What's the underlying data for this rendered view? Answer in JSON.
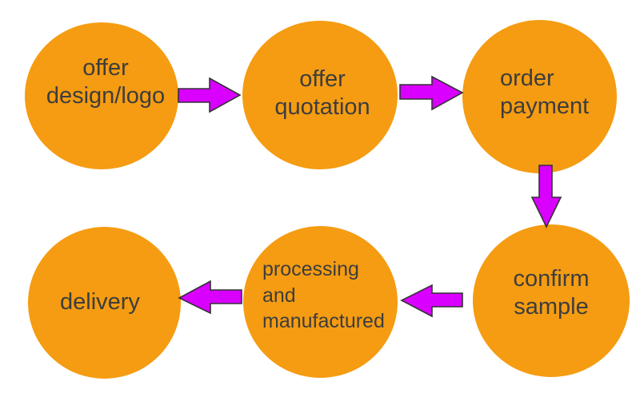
{
  "colors": {
    "node_fill": "#f59c12",
    "arrow_fill": "#d900ff",
    "arrow_stroke": "#333333",
    "text": "#3d3d3d"
  },
  "steps": [
    {
      "lines": [
        "offer",
        "design/logo"
      ]
    },
    {
      "lines": [
        "offer",
        "quotation"
      ]
    },
    {
      "lines": [
        "order",
        "payment"
      ]
    },
    {
      "lines": [
        "confirm",
        "sample"
      ]
    },
    {
      "lines": [
        "processing",
        "and",
        "manufactured"
      ]
    },
    {
      "lines": [
        "delivery"
      ]
    }
  ],
  "connections": [
    {
      "from": 0,
      "to": 1,
      "direction": "right"
    },
    {
      "from": 1,
      "to": 2,
      "direction": "right"
    },
    {
      "from": 2,
      "to": 3,
      "direction": "down"
    },
    {
      "from": 3,
      "to": 4,
      "direction": "left"
    },
    {
      "from": 4,
      "to": 5,
      "direction": "left"
    }
  ]
}
